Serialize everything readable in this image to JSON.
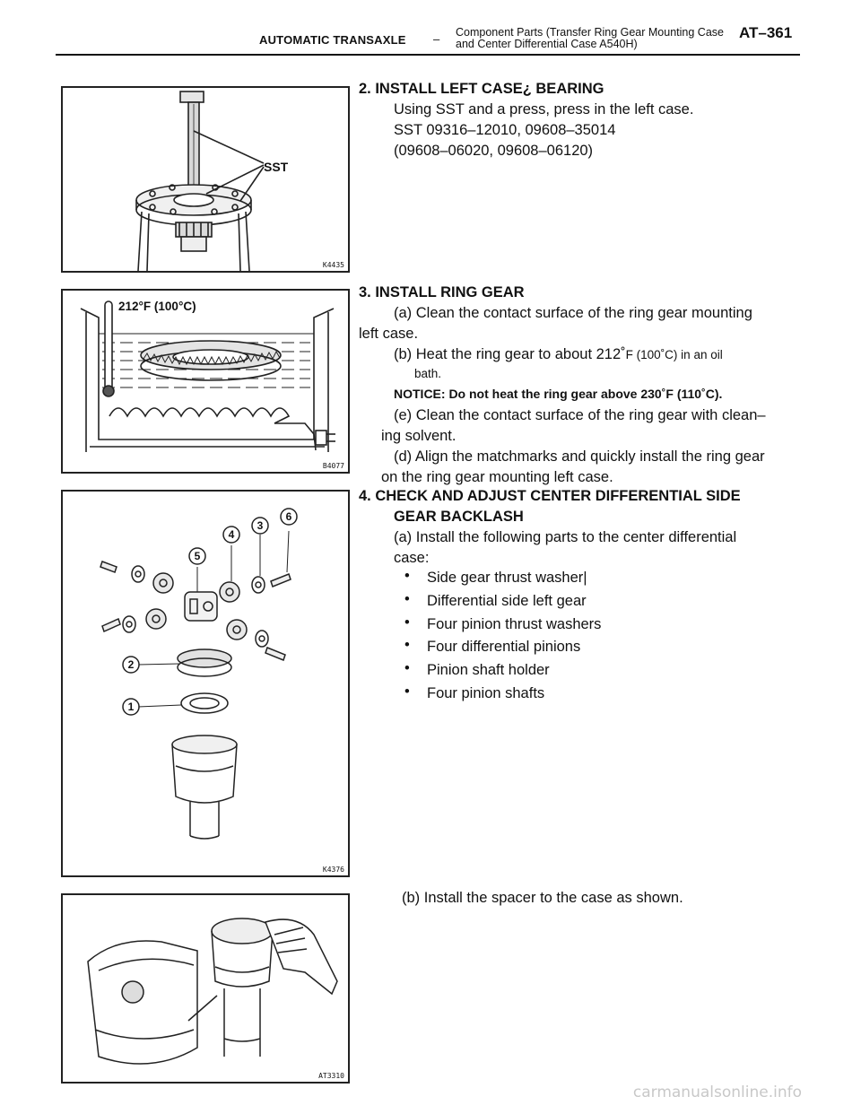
{
  "header": {
    "section": "AUTOMATIC TRANSAXLE",
    "dash": "–",
    "subtitle_line1": "Component Parts (Transfer Ring Gear Mounting Case",
    "subtitle_line2": "and Center Differential Case  A540H)",
    "page": "AT–361"
  },
  "figures": {
    "fig1": {
      "id": "K4435",
      "callout": "SST"
    },
    "fig2": {
      "id": "B4077",
      "temp": "212°F (100°C)"
    },
    "fig3": {
      "id": "K4376",
      "callouts": [
        "1",
        "2",
        "3",
        "4",
        "5",
        "6"
      ]
    },
    "fig4": {
      "id": "AT3310"
    }
  },
  "step2": {
    "title": "2. INSTALL LEFT CASE¿ BEARING",
    "line1": "Using SST and a press, press in the left case.",
    "line2": "SST  09316–12010,  09608–35014",
    "line3": "(09608–06020,  09608–06120)"
  },
  "step3": {
    "title": "3. INSTALL RING GEAR",
    "a1": "(a) Clean the contact surface of the ring gear mounting",
    "a2": "left case.",
    "b1": "(b) Heat the ring gear to about 212˚",
    "b1_small": "F (100˚C) in an oil",
    "b2": "bath.",
    "notice": "NOTICE: Do not heat the ring gear above 230˚F (110˚C).",
    "e1": "(e) Clean the contact surface of the ring gear with clean–",
    "e2": "ing solvent.",
    "d1": "(d) Align the matchmarks and quickly install the ring gear",
    "d2": "on the ring gear mounting left case."
  },
  "step4": {
    "title1": "4. CHECK AND ADJUST CENTER DIFFERENTIAL SIDE",
    "title2": "GEAR BACKLASH",
    "a1": "(a) Install the following parts to the center differential",
    "a2": "case:",
    "bullet_glyph": "•",
    "items": [
      "Side gear thrust washer|",
      "Differential side left gear",
      "Four pinion thrust washers",
      "Four differential pinions",
      "Pinion shaft holder",
      "Four pinion shafts"
    ],
    "b": "(b) Install the spacer to the case as shown."
  },
  "watermark": "carmanualsonline.info"
}
